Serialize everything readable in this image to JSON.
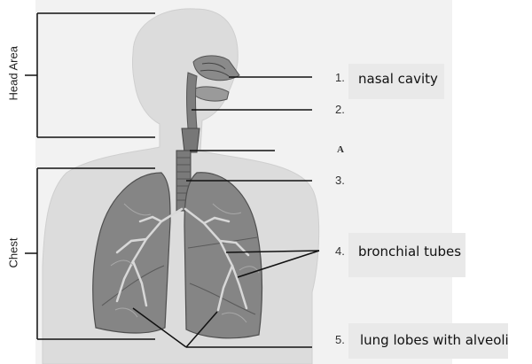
{
  "side_labels": {
    "head": "Head Area",
    "chest": "Chest"
  },
  "labels": [
    {
      "number": "1.",
      "text": "nasal cavity"
    },
    {
      "number": "2.",
      "text": ""
    },
    {
      "number": "A",
      "text": ""
    },
    {
      "number": "3.",
      "text": ""
    },
    {
      "number": "4.",
      "text": "bronchial tubes"
    },
    {
      "number": "5.",
      "text": "lung lobes with alveoli"
    }
  ]
}
